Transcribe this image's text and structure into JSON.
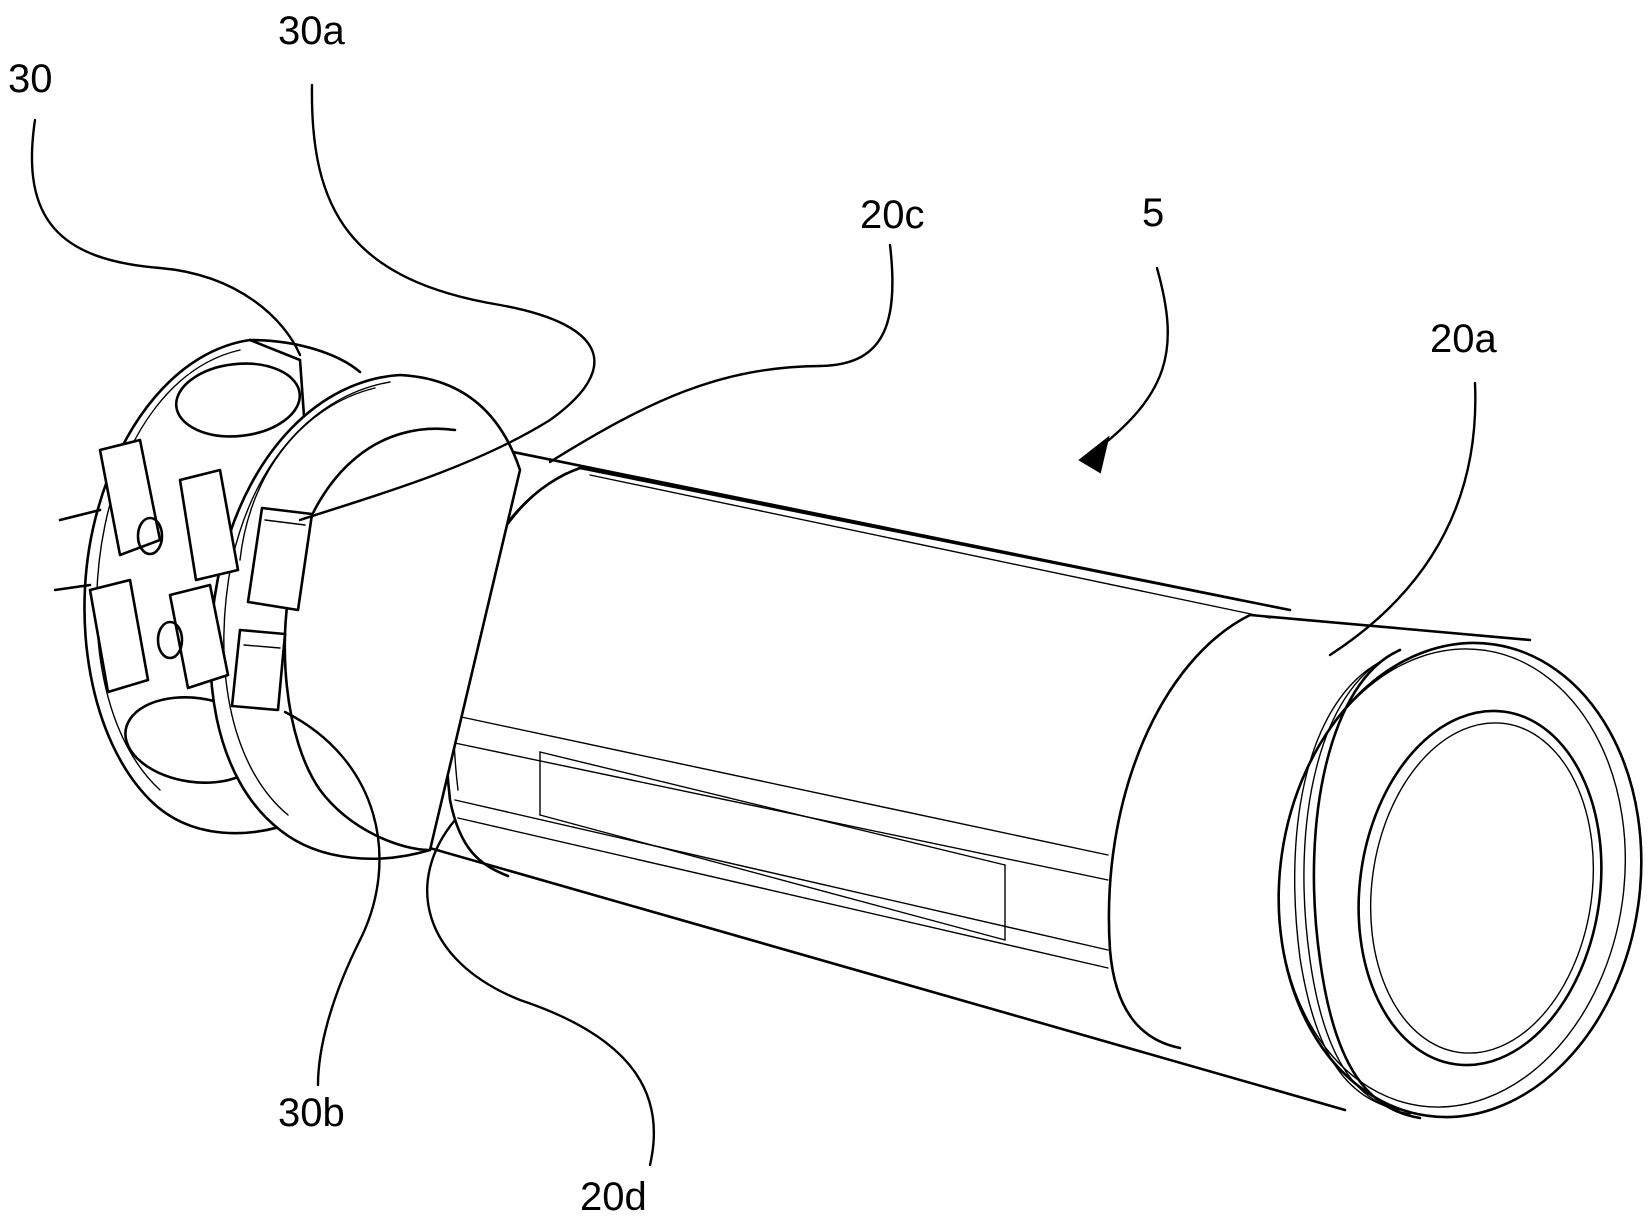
{
  "labels": {
    "ref_30": "30",
    "ref_30a": "30a",
    "ref_20c": "20c",
    "ref_5": "5",
    "ref_20a": "20a",
    "ref_30b": "30b",
    "ref_20d": "20d"
  },
  "colors": {
    "line": "#000000",
    "background": "#ffffff"
  }
}
